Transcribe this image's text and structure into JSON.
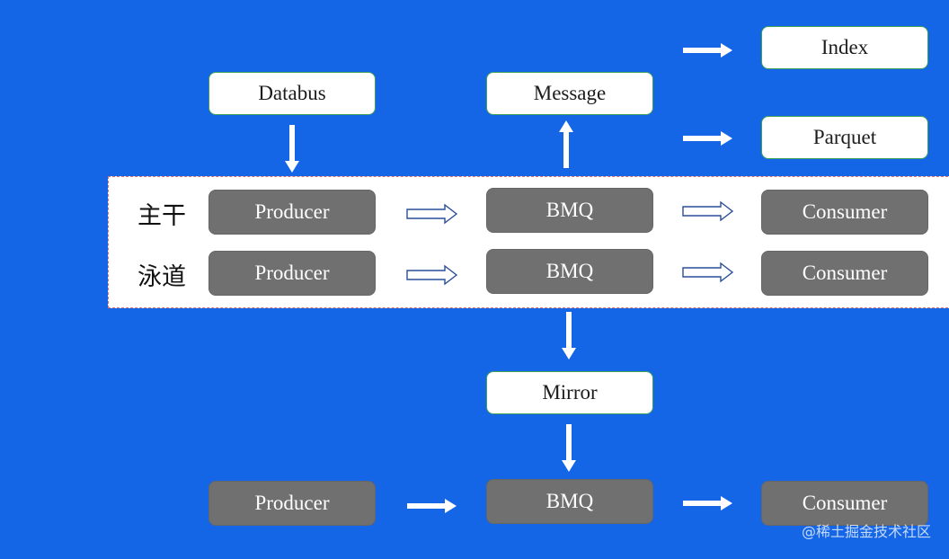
{
  "lanes": {
    "main_label": "主干",
    "swim_label": "泳道"
  },
  "nodes": {
    "databus": "Databus",
    "message": "Message",
    "index": "Index",
    "parquet": "Parquet",
    "mirror": "Mirror",
    "producer_main": "Producer",
    "producer_swim": "Producer",
    "producer_mirror": "Producer",
    "bmq_main": "BMQ",
    "bmq_swim": "BMQ",
    "bmq_mirror": "BMQ",
    "consumer_main": "Consumer",
    "consumer_swim": "Consumer",
    "consumer_mirror": "Consumer"
  },
  "watermark": "@稀土掘金技术社区",
  "colors": {
    "background": "#1466e6",
    "light_box": "#ffffff",
    "light_box_border": "#3fa05a",
    "dark_box": "#707070",
    "lane_border": "#e07070"
  }
}
